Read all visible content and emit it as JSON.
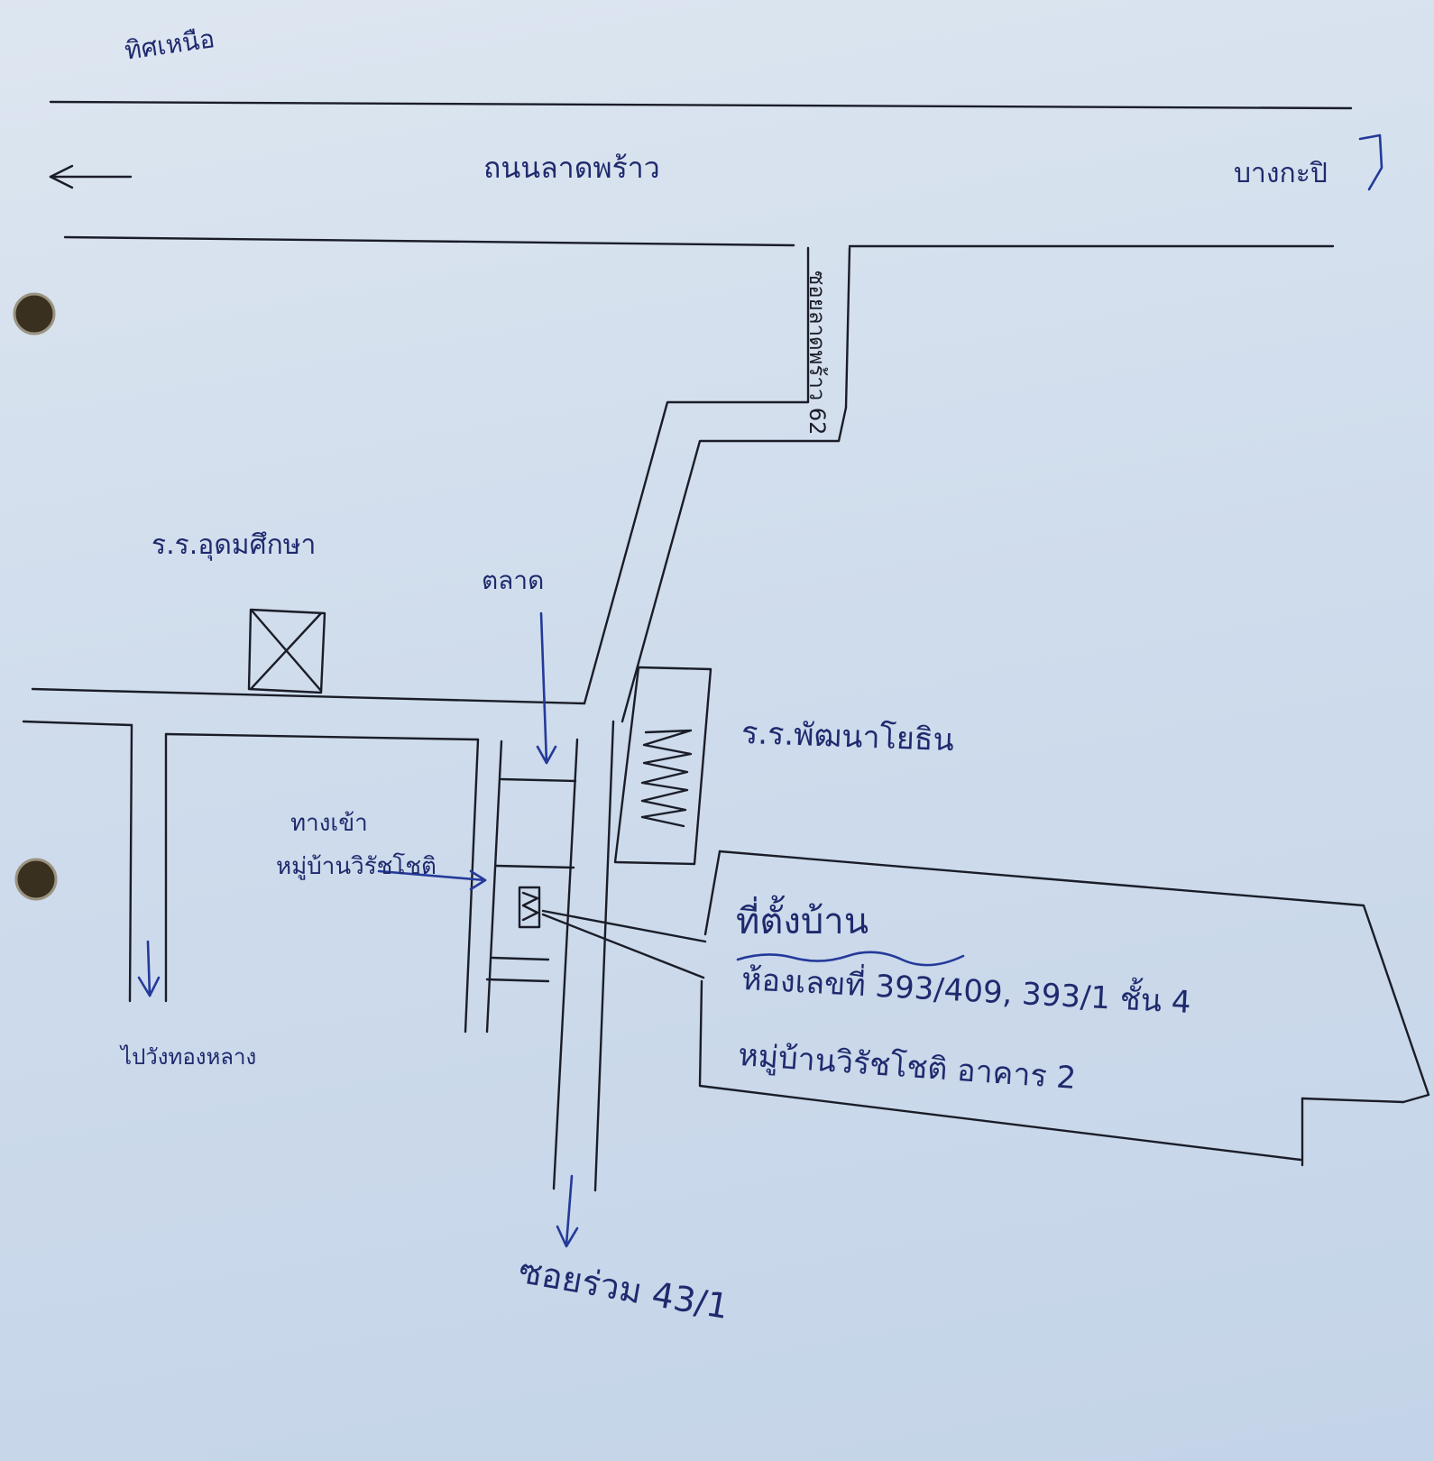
{
  "labels": {
    "north_note": "ทิศเหนือ",
    "main_road": "ถนนลาดพร้าว",
    "bangkapi": "บางกะปิ",
    "soi_62": "ซอยลาดพร้าว 62",
    "school_udom": "ร.ร.อุดมศึกษา",
    "school_phatthana": "ร.ร.พัฒนาโยธิน",
    "market": "ตลาด",
    "village_entrance": "ทางเข้า",
    "village_name": "หมู่บ้านวิรัชโชติ",
    "to_left": "ไปวังทองหลาง",
    "soi_ruam": "ซอยร่วม 43/1",
    "house_line1": "ที่ตั้งบ้าน",
    "house_line2": "ห้องเลขที่ 393/409, 393/1 ชั้น 4",
    "house_line3": "หมู่บ้านวิรัชโชติ อาคาร 2"
  },
  "colors": {
    "ink": "#1a1d28",
    "pen": "#243a9a",
    "paper": "#cfdcec"
  }
}
